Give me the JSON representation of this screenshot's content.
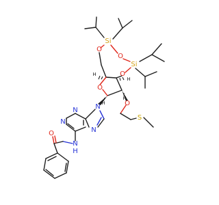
{
  "colors": {
    "carbon": "#1e1e1e",
    "oxygen": "#e0261a",
    "nitrogen": "#2633d6",
    "silicon": "#d4a017",
    "sulfur": "#c9a400",
    "background": "#ffffff"
  },
  "atoms": {
    "si1": "Si",
    "si2": "Si",
    "o_ring_top": "O",
    "o_ring_left": "O",
    "o_ring_right": "O",
    "o_furanose": "O",
    "o_methoxy": "O",
    "o_carbonyl": "O",
    "s_thio": "S",
    "n9": "N",
    "n3": "N",
    "n1": "N",
    "n7": "N",
    "nh": "N",
    "nh_h": "H"
  },
  "stereo": {
    "h_c4": "H",
    "h_c3": "H",
    "h_c1": "H",
    "h_c2": "H"
  }
}
